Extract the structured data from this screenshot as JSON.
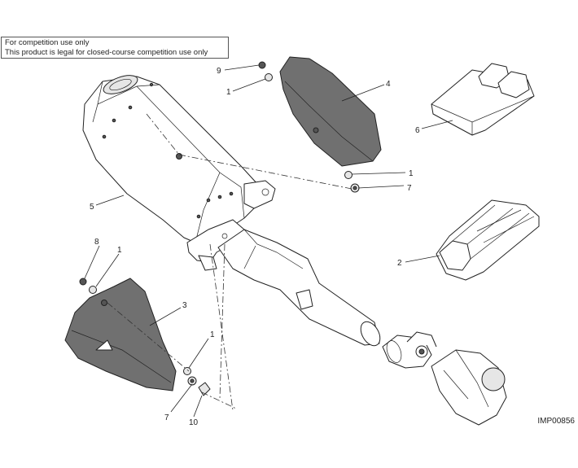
{
  "notice": {
    "line1": "For competition use only",
    "line2": "This product is legal for closed-course competition use only"
  },
  "drawing_code": "IMP00856",
  "callouts": {
    "c9": "9",
    "c1_top": "1",
    "c4": "4",
    "c6": "6",
    "c5": "5",
    "c1_right": "1",
    "c7_right": "7",
    "c2": "2",
    "c8": "8",
    "c1_left": "1",
    "c3": "3",
    "c1_bottom": "1",
    "c7_bottom": "7",
    "c10": "10"
  }
}
